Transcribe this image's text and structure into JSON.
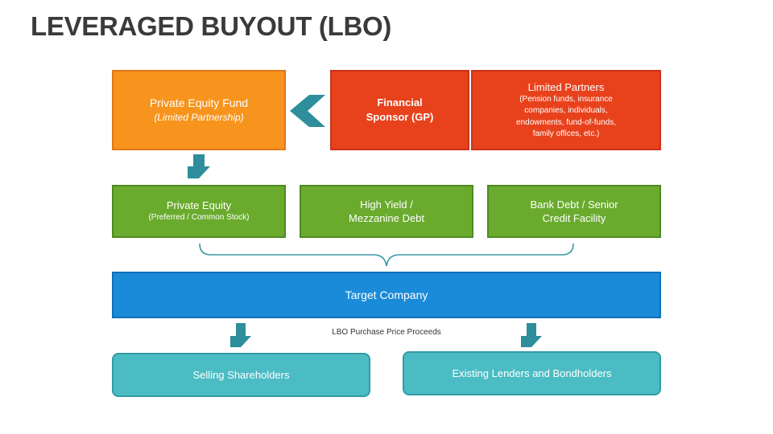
{
  "title": "LEVERAGED BUYOUT (LBO)",
  "private_equity_fund": {
    "title": "Private Equity Fund",
    "subtitle": "(Limited Partnership)"
  },
  "financial_sponsor": {
    "line1": "Financial",
    "line2": "Sponsor (GP)"
  },
  "limited_partners": {
    "title": "Limited Partners",
    "lines": [
      "(Pension funds, insurance",
      "companies, individuals,",
      "endowments, fund-of-funds,",
      "family offices, etc.)"
    ]
  },
  "private_equity": {
    "title": "Private Equity",
    "subtitle": "(Preferred / Common Stock)"
  },
  "high_yield": {
    "line1": "High Yield /",
    "line2": "Mezzanine Debt"
  },
  "bank_debt": {
    "line1": "Bank Debt / Senior",
    "line2": "Credit Facility"
  },
  "target_company": "Target Company",
  "proceeds_label": "LBO Purchase Price Proceeds",
  "selling_shareholders": "Selling Shareholders",
  "existing_lenders": "Existing Lenders and Bondholders",
  "colors": {
    "orange": "#f7941d",
    "red": "#e8421c",
    "green": "#6aab2e",
    "blue": "#1a8bd8",
    "teal": "#4cbcc4",
    "arrow": "#2e8e9b",
    "brace": "#3a9aa5"
  }
}
